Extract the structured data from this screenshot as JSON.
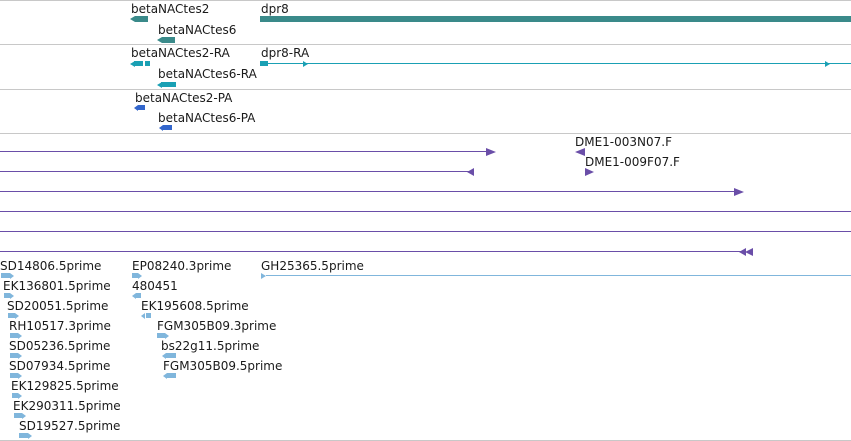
{
  "colors": {
    "gene": "#3a8a8a",
    "transcript": "#1aa0b4",
    "protein": "#3366cc",
    "clone": "#6a4ea8",
    "est": "#80b6dc",
    "separator": "#c8c8c8"
  },
  "tracks": {
    "genes": {
      "items": [
        "betaNACtes2",
        "betaNACtes6",
        "dpr8"
      ]
    },
    "transcripts": {
      "items": [
        "betaNACtes2-RA",
        "betaNACtes6-RA",
        "dpr8-RA"
      ]
    },
    "proteins": {
      "items": [
        "betaNACtes2-PA",
        "betaNACtes6-PA"
      ]
    },
    "clones": {
      "items": [
        "DME1-003N07.F",
        "DME1-009F07.F"
      ]
    },
    "ests": {
      "items": [
        "SD14806.5prime",
        "EK136801.5prime",
        "SD20051.5prime",
        "RH10517.3prime",
        "SD05236.5prime",
        "SD07934.5prime",
        "EK129825.5prime",
        "EK290311.5prime",
        "SD19527.5prime",
        "EP08240.3prime",
        "480451",
        "EK195608.5prime",
        "FGM305B09.3prime",
        "bs22g11.5prime",
        "FGM305B09.5prime",
        "GH25365.5prime"
      ]
    }
  }
}
